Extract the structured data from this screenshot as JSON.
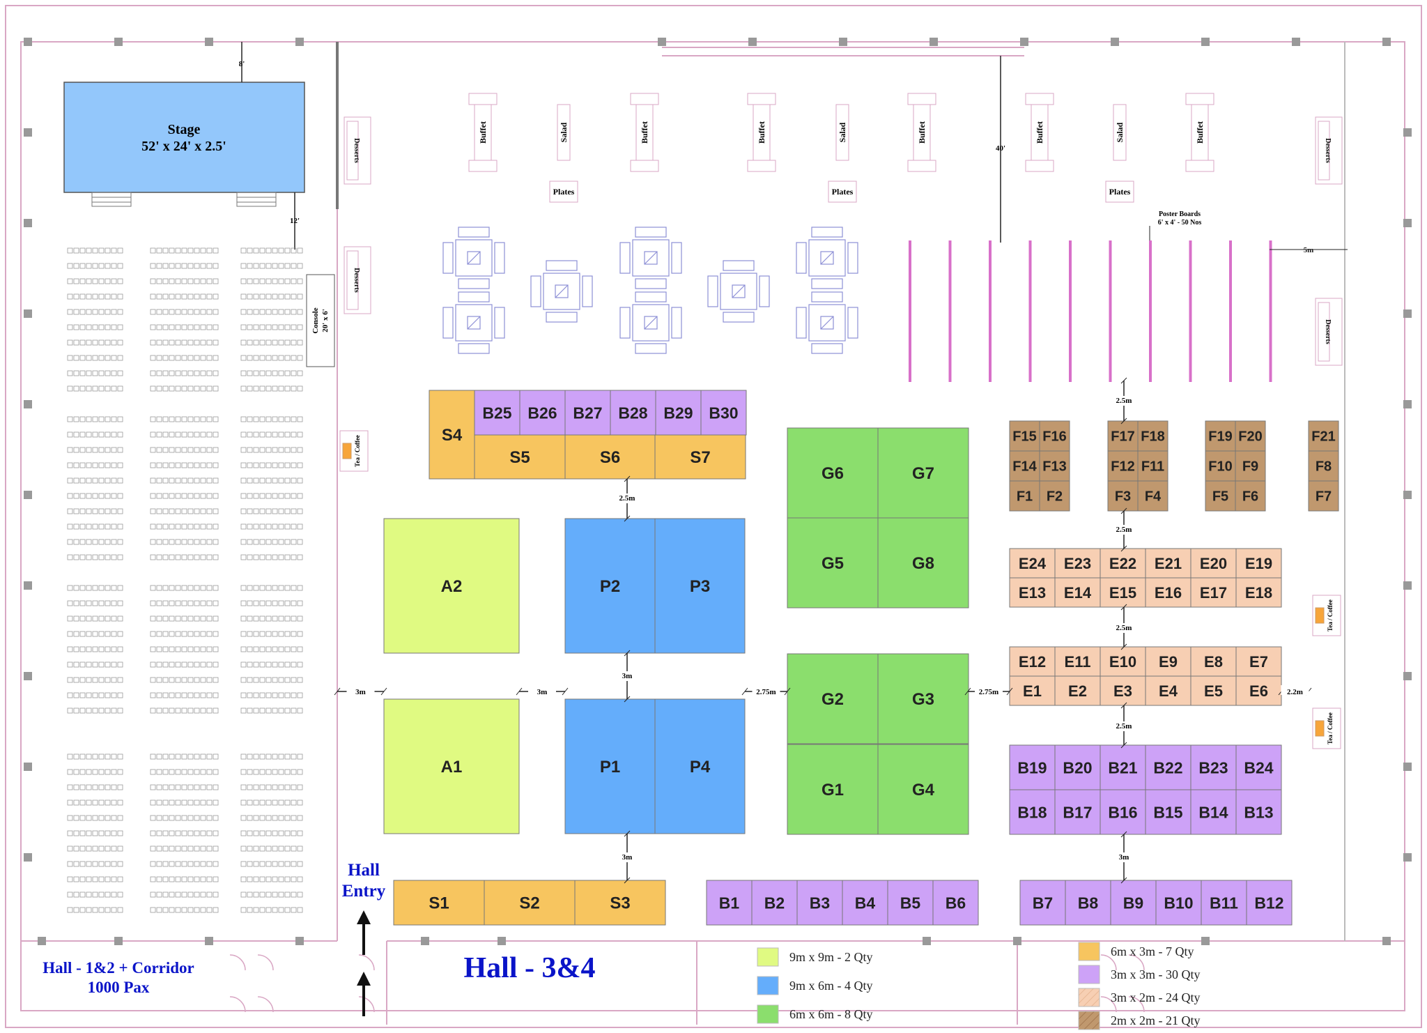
{
  "stage": {
    "title": "Stage",
    "size": "52' x 24' x 2.5'"
  },
  "console": {
    "title": "Console",
    "size": "20' x 6'"
  },
  "dimensions": {
    "stage_top": "8'",
    "stage_bottom": "12'",
    "hall_depth": "40'",
    "poster_gap": "5m",
    "aisle_s_p": "2.5m",
    "aisle_p2_p1": "3m",
    "aisle_p1_s3": "3m",
    "aisle_left": "3m",
    "aisle_a1_p1": "3m",
    "aisle_p4_g": "2.75m",
    "aisle_g_e": "2.75m",
    "aisle_e_wall": "2.2m",
    "aisle_poster_f": "2.5m",
    "aisle_f_e": "2.5m",
    "aisle_e_e": "2.5m",
    "aisle_e_b": "2.5m",
    "aisle_b_b": "3m"
  },
  "catering": {
    "buffet": "Buffet",
    "salad": "Salad",
    "plates": "Plates",
    "desserts": "Desserts",
    "tea": "Tea / Coffee"
  },
  "poster_boards": {
    "title": "Poster Boards",
    "spec": "6' x 4' - 50 Nos"
  },
  "hall_entry": {
    "line1": "Hall",
    "line2": "Entry"
  },
  "left_hall": {
    "line1": "Hall - 1&2 + Corridor",
    "line2": "1000 Pax"
  },
  "main_hall": {
    "title": "Hall - 3&4"
  },
  "colors": {
    "A": "#e0fa82",
    "P": "#64adfb",
    "G": "#8bde6d",
    "S": "#f7c55f",
    "B": "#cda2f7",
    "E": "#f7cfb3",
    "F": "#c0986e",
    "stage": "#93c7fb",
    "wall": "#d9a7c4",
    "poster": "#d870c9"
  },
  "booths": {
    "A": [
      "A2",
      "A1"
    ],
    "P": [
      "P2",
      "P3",
      "P1",
      "P4"
    ],
    "G": [
      "G6",
      "G7",
      "G5",
      "G8",
      "G2",
      "G3",
      "G1",
      "G4"
    ],
    "S": [
      "S4",
      "S5",
      "S6",
      "S7",
      "S1",
      "S2",
      "S3"
    ],
    "B_top": [
      "B25",
      "B26",
      "B27",
      "B28",
      "B29",
      "B30"
    ],
    "B_mid_row1": [
      "B19",
      "B20",
      "B21",
      "B22",
      "B23",
      "B24"
    ],
    "B_mid_row2": [
      "B18",
      "B17",
      "B16",
      "B15",
      "B14",
      "B13"
    ],
    "B_bottom_left": [
      "B1",
      "B2",
      "B3",
      "B4",
      "B5",
      "B6"
    ],
    "B_bottom_right": [
      "B7",
      "B8",
      "B9",
      "B10",
      "B11",
      "B12"
    ],
    "E_row1": [
      "E24",
      "E23",
      "E22",
      "E21",
      "E20",
      "E19"
    ],
    "E_row2": [
      "E13",
      "E14",
      "E15",
      "E16",
      "E17",
      "E18"
    ],
    "E_row3": [
      "E12",
      "E11",
      "E10",
      "E9",
      "E8",
      "E7"
    ],
    "E_row4": [
      "E1",
      "E2",
      "E3",
      "E4",
      "E5",
      "E6"
    ],
    "F_row1": [
      "F15",
      "F16",
      "F17",
      "F18",
      "F19",
      "F20",
      "F21"
    ],
    "F_row2": [
      "F14",
      "F13",
      "F12",
      "F11",
      "F10",
      "F9",
      "F8"
    ],
    "F_row3": [
      "F1",
      "F2",
      "F3",
      "F4",
      "F5",
      "F6",
      "F7"
    ]
  },
  "legend": [
    {
      "label": "9m x 9m - 2 Qty",
      "color": "#e0fa82"
    },
    {
      "label": "9m x 6m - 4 Qty",
      "color": "#64adfb"
    },
    {
      "label": "6m x 6m - 8 Qty",
      "color": "#8bde6d"
    },
    {
      "label": "6m x 3m - 7 Qty",
      "color": "#f7c55f"
    },
    {
      "label": "3m x 3m - 30 Qty",
      "color": "#cda2f7"
    },
    {
      "label": "3m x 2m - 24 Qty",
      "color": "#f7cfb3"
    },
    {
      "label": "2m x 2m - 21 Qty",
      "color": "#c0986e"
    }
  ]
}
